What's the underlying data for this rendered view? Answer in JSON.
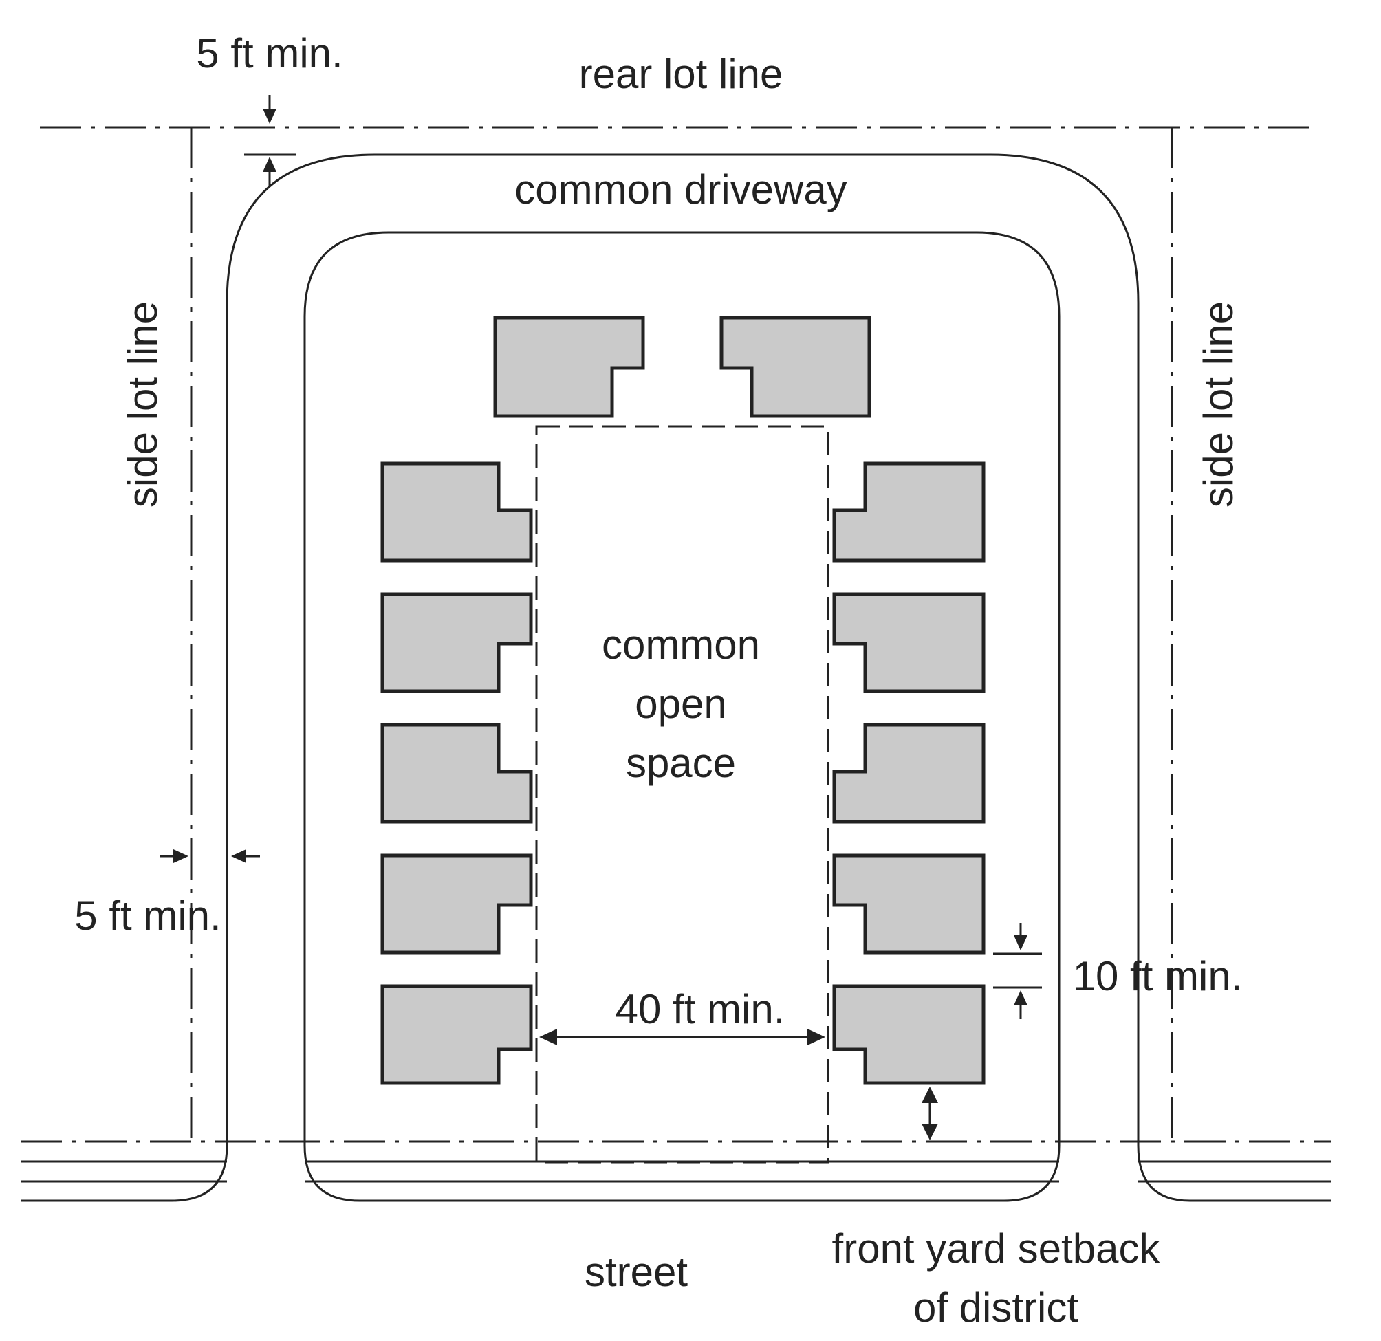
{
  "labels": {
    "rear_lot_line": "rear lot line",
    "side_lot_line_left": "side lot line",
    "side_lot_line_right": "side lot line",
    "common_driveway": "common driveway",
    "common_open_space_line1": "common",
    "common_open_space_line2": "open",
    "common_open_space_line3": "space",
    "dim_rear": "5 ft min.",
    "dim_side": "5 ft min.",
    "dim_width": "40 ft min.",
    "dim_spacing": "10 ft min.",
    "street": "street",
    "front_setback_line1": "front yard setback",
    "front_setback_line2": "of district"
  },
  "colors": {
    "building_fill": "#cacaca",
    "line": "#222222",
    "background": "#ffffff"
  }
}
